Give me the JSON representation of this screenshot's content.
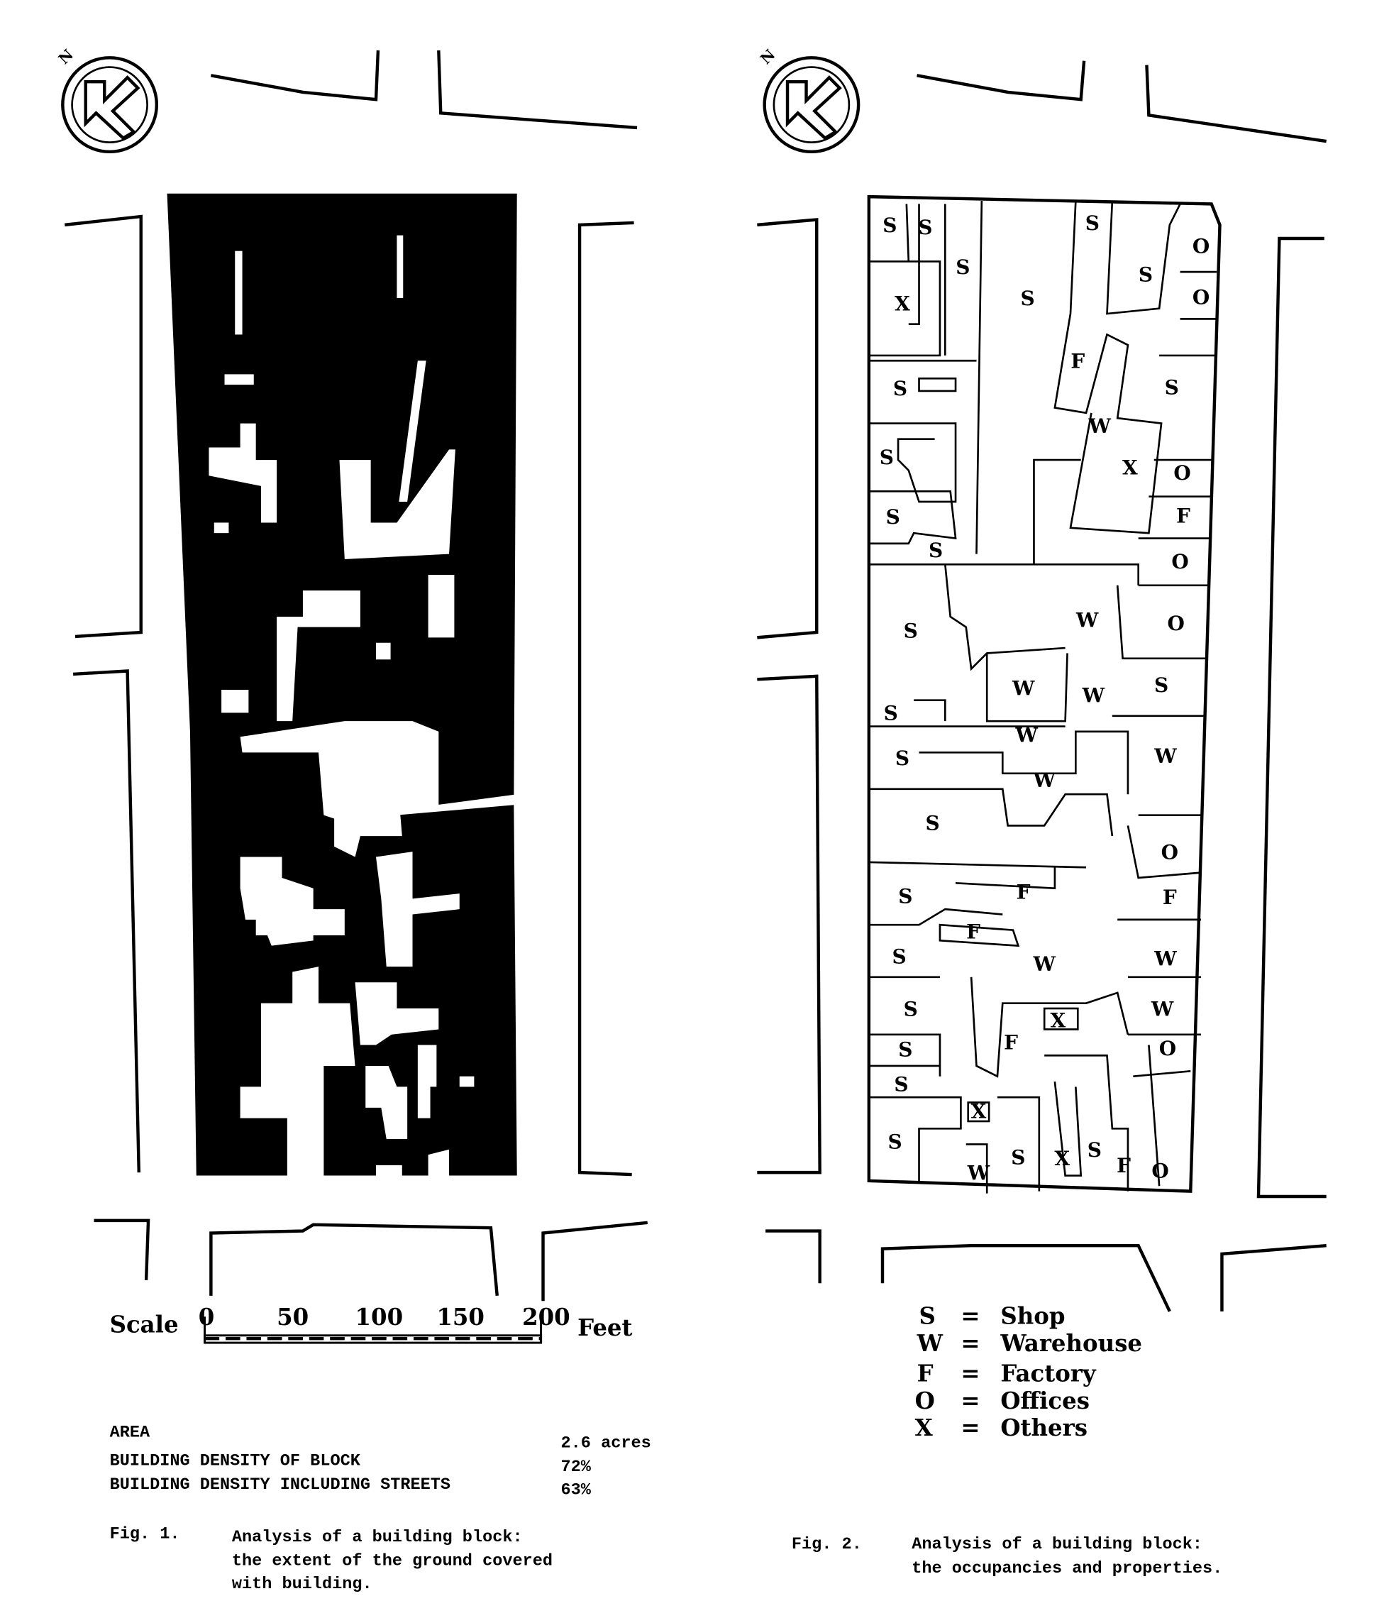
{
  "figure1": {
    "north_label": "N",
    "scale": {
      "label": "Scale",
      "ticks": [
        "0",
        "50",
        "100",
        "150",
        "200"
      ],
      "unit": "Feet"
    },
    "stats": [
      {
        "label": "AREA",
        "value": "2.6 acres"
      },
      {
        "label": "BUILDING DENSITY OF BLOCK",
        "value": "72%"
      },
      {
        "label": "BUILDING DENSITY INCLUDING STREETS",
        "value": "63%"
      }
    ],
    "caption": {
      "number": "Fig.  1.",
      "lines": [
        "Analysis of a building block:",
        "the extent of the ground covered",
        "with building."
      ]
    }
  },
  "figure2": {
    "north_label": "N",
    "plot_labels": [
      "S",
      "S",
      "S",
      "X",
      "S",
      "S",
      "S",
      "O",
      "O",
      "F",
      "S",
      "S",
      "W",
      "X",
      "S",
      "O",
      "S",
      "S",
      "F",
      "O",
      "S",
      "W",
      "O",
      "W",
      "W",
      "S",
      "S",
      "W",
      "S",
      "W",
      "W",
      "S",
      "O",
      "S",
      "F",
      "F",
      "F",
      "S",
      "W",
      "W",
      "S",
      "X",
      "W",
      "F",
      "S",
      "O",
      "S",
      "X",
      "S",
      "S",
      "W",
      "X",
      "S",
      "F",
      "O"
    ],
    "legend": [
      {
        "code": "S",
        "sep": "=",
        "meaning": "Shop"
      },
      {
        "code": "W",
        "sep": "=",
        "meaning": "Warehouse"
      },
      {
        "code": "F",
        "sep": "=",
        "meaning": "Factory"
      },
      {
        "code": "O",
        "sep": "=",
        "meaning": "Offices"
      },
      {
        "code": "X",
        "sep": "=",
        "meaning": "Others"
      }
    ],
    "caption": {
      "number": "Fig.  2.",
      "lines": [
        "Analysis of a building block:",
        "the occupancies and properties."
      ]
    }
  }
}
